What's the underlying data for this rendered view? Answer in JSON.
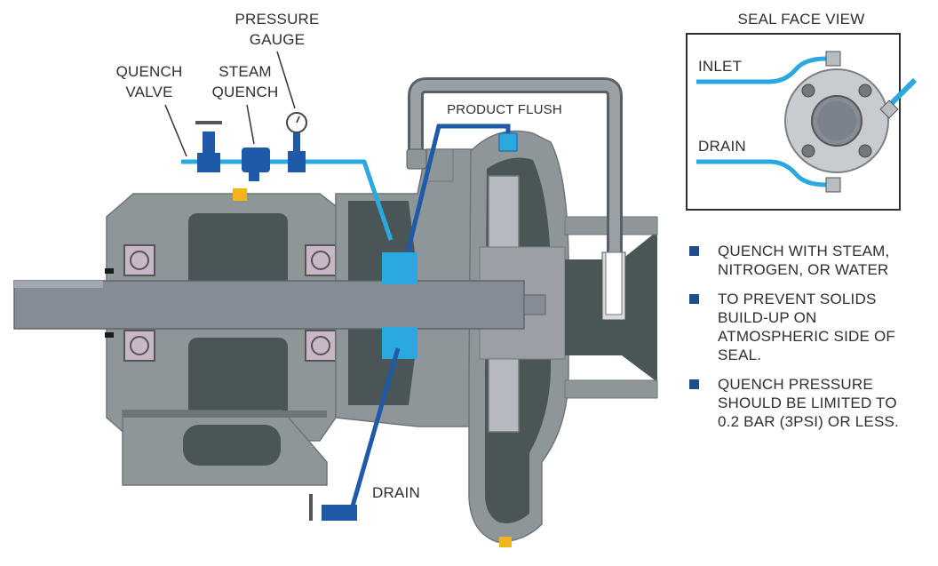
{
  "labels": {
    "pressure_gauge_line1": "PRESSURE",
    "pressure_gauge_line2": "GAUGE",
    "quench_valve_line1": "QUENCH",
    "quench_valve_line2": "VALVE",
    "steam_quench_line1": "STEAM",
    "steam_quench_line2": "QUENCH",
    "product_flush": "PRODUCT FLUSH",
    "drain": "DRAIN"
  },
  "seal_face_view": {
    "title": "SEAL FACE VIEW",
    "inlet": "INLET",
    "drain": "DRAIN"
  },
  "notes": [
    {
      "line1": "QUENCH WITH STEAM,",
      "line2": "NITROGEN, OR WATER",
      "line3": "",
      "line4": ""
    },
    {
      "line1": "TO PREVENT SOLIDS",
      "line2": "BUILD-UP ON",
      "line3": "ATMOSPHERIC SIDE OF",
      "line4": "SEAL."
    },
    {
      "line1": "QUENCH PRESSURE",
      "line2": "SHOULD BE LIMITED TO",
      "line3": "0.2 BAR (3PSI) OR LESS.",
      "line4": ""
    }
  ],
  "colors": {
    "quench_line": "#2aa9e0",
    "drain_line": "#1e5aa8",
    "casing": "#8f9698",
    "casing_dark": "#4a5556",
    "shaft": "#858c96",
    "bullet": "#1e4c8c",
    "frame": "#2f2f2f"
  }
}
